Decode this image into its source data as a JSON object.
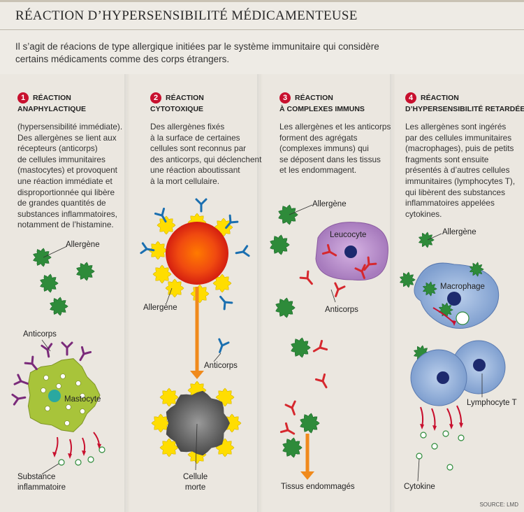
{
  "title": "RÉACTION D’HYPERSENSIBILITÉ MÉDICAMENTEUSE",
  "intro": "Il s’agit de réacions de type allergique initiées par le système immunitaire qui considère certains médicaments comme des corps étrangers.",
  "columns": [
    {
      "number": "1",
      "heading_1": "RÉACTION",
      "heading_2": "ANAPHYLACTIQUE",
      "text": [
        "(hypersensibilité immédiate).",
        "Des allergènes se lient aux",
        "récepteurs (anticorps)",
        "de cellules immunitaires",
        "(mastocytes) et provoquent",
        "une réaction immédiate et",
        "disproportionnée qui libère",
        "de grandes quantités de",
        "substances inflammatoires,",
        "notamment de l’histamine."
      ],
      "labels": {
        "allergen": "Allergène",
        "antibodies": "Anticorps",
        "cell": "Mastocyte",
        "substance_1": "Substance",
        "substance_2": "inflammatoire"
      }
    },
    {
      "number": "2",
      "heading_1": "RÉACTION",
      "heading_2": "CYTOTOXIQUE",
      "text": [
        "Des allergènes fixés",
        "à la surface de certaines",
        "cellules sont reconnus par",
        "des anticorps, qui déclenchent",
        "une réaction aboutissant",
        "à la mort cellulaire."
      ],
      "labels": {
        "allergen": "Allergène",
        "antibodies": "Anticorps",
        "dead_1": "Cellule",
        "dead_2": "morte"
      }
    },
    {
      "number": "3",
      "heading_1": "RÉACTION",
      "heading_2": "À COMPLEXES IMMUNS",
      "text": [
        "Les allergènes et les anticorps",
        "forment des agrégats",
        "(complexes immuns) qui",
        "se déposent dans les tissus",
        "et les endommagent."
      ],
      "labels": {
        "allergen": "Allergène",
        "cell": "Leucocyte",
        "antibodies": "Anticorps",
        "tissue": "Tissus endommagés"
      }
    },
    {
      "number": "4",
      "heading_1": "RÉACTION",
      "heading_2": "D’HYPERSENSIBILITÉ RETARDÉE",
      "text": [
        "Les allergènes sont ingérés",
        "par des cellules immunitaires",
        "(macrophages), puis de petits",
        "fragments sont ensuite",
        "présentés à d’autres cellules",
        "immunitaires (lymphocytes T),",
        "qui libèrent des substances",
        "inflammatoires appelées",
        "cytokines."
      ],
      "labels": {
        "allergen": "Allergène",
        "macrophage": "Macrophage",
        "lymphocyte": "Lymphocyte T",
        "cytokine": "Cytokine"
      }
    }
  ],
  "source": "SOURCE: LMD",
  "colors": {
    "accent": "#c8102e",
    "allergen": "#2e8b3a",
    "arrow": "#f08a1c"
  }
}
